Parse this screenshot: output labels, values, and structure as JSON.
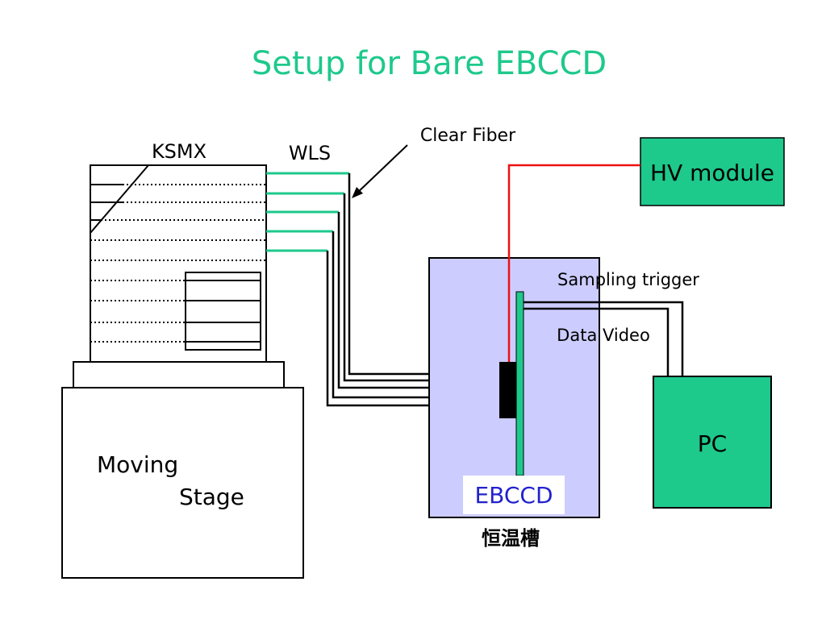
{
  "title": "Setup for Bare EBCCD",
  "labels": {
    "ksmx": "KSMX",
    "wls": "WLS",
    "clear_fiber": "Clear Fiber",
    "hv_module": "HV module",
    "sampling_trigger": "Sampling trigger",
    "data_video": "Data Video",
    "pc": "PC",
    "ebccd": "EBCCD",
    "thermostat": "恒温槽",
    "moving": "Moving",
    "stage": "Stage"
  },
  "colors": {
    "title": "#1ec98c",
    "module_fill": "#1ec98c",
    "bath_fill": "#ccccff",
    "wls_fiber": "#1ec98c",
    "hv_line": "#ee1111",
    "ebccd_text": "#2222cc"
  }
}
